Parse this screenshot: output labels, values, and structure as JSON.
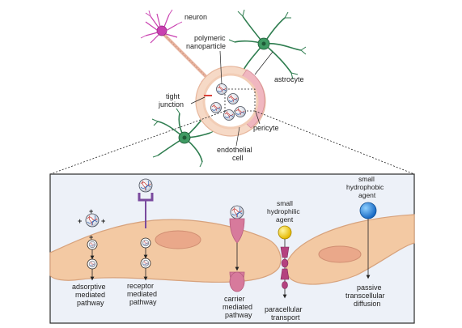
{
  "labels": {
    "neuron": "neuron",
    "polymeric_nanoparticle": [
      "polymeric",
      "nanoparticle"
    ],
    "astrocyte": "astrocyte",
    "tight_junction": [
      "tight",
      "junction"
    ],
    "pericyte": "pericyte",
    "endothelial_cell": [
      "endothelial",
      "cell"
    ],
    "small_hydrophilic_agent": [
      "small",
      "hydrophilic",
      "agent"
    ],
    "small_hydrophobic_agent": [
      "small",
      "hydrophobic",
      "agent"
    ],
    "adsorptive_pathway": [
      "adsorptive",
      "mediated",
      "pathway"
    ],
    "receptor_pathway": [
      "receptor",
      "mediated",
      "pathway"
    ],
    "carrier_pathway": [
      "carrier",
      "mediated",
      "pathway"
    ],
    "paracellular_transport": [
      "paracellular",
      "transport"
    ],
    "passive_transcellular": [
      "passive",
      "transcellular",
      "diffusion"
    ],
    "charge_sign": "+"
  },
  "colors": {
    "cell_fill": "#f3c9a3",
    "cell_stroke": "#d7a27c",
    "nucleus_fill": "#eaa88a",
    "panel_fill": "#edf1f8",
    "panel_stroke": "#2b2b2b",
    "astrocyte": "#2e7d4f",
    "neuron": "#c93fb0",
    "receptor": "#7a4a9e",
    "carrier": "#d77a9c",
    "hydrophilic": "#f2d21b",
    "hydrophobic": "#2b8fd9"
  }
}
